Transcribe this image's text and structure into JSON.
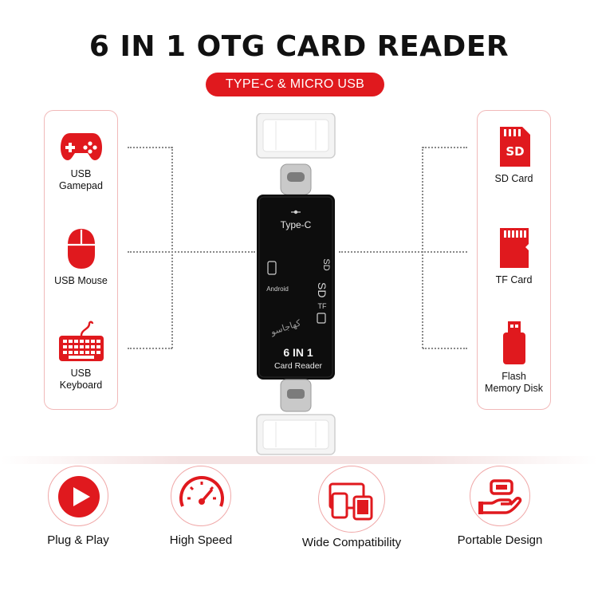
{
  "title": "6 IN 1 OTG CARD READER",
  "subtitle": "TYPE-C & MICRO USB",
  "left_items": [
    {
      "icon": "gamepad-icon",
      "label": "USB\nGamepad"
    },
    {
      "icon": "mouse-icon",
      "label": "USB Mouse"
    },
    {
      "icon": "keyboard-icon",
      "label": "USB\nKeyboard"
    }
  ],
  "right_items": [
    {
      "icon": "sd-card-icon",
      "label": "SD Card",
      "icon_text": "SD"
    },
    {
      "icon": "tf-card-icon",
      "label": "TF Card"
    },
    {
      "icon": "flash-drive-icon",
      "label": "Flash\nMemory Disk"
    }
  ],
  "device": {
    "port_label": "Type-C",
    "sd_label": "SD",
    "tf_label": "TF",
    "android_label": "Android",
    "model_line1": "6 IN 1",
    "model_line2": "Card Reader",
    "watermark": "کهاجاسو"
  },
  "features": [
    {
      "icon": "play-icon",
      "label": "Plug & Play"
    },
    {
      "icon": "speedometer-icon",
      "label": "High Speed"
    },
    {
      "icon": "devices-icon",
      "label": "Wide Compatibility"
    },
    {
      "icon": "hand-device-icon",
      "label": "Portable Design"
    }
  ],
  "colors": {
    "accent": "#e0191e",
    "panel_border": "#f1b9b9",
    "device_body": "#0d0d0d"
  }
}
